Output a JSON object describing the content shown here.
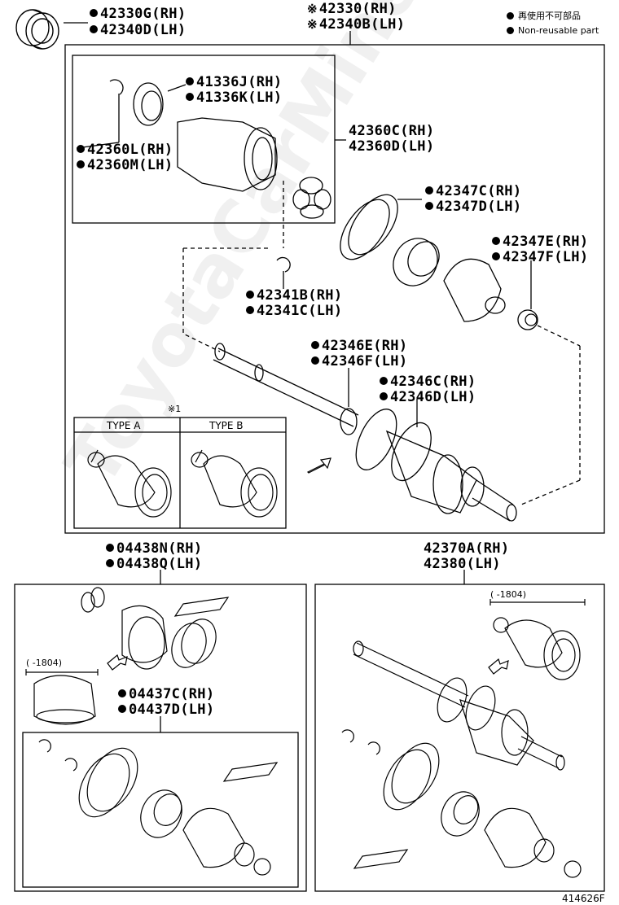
{
  "legend": {
    "jp": "再使用不可部品",
    "en": "Non-reusable part"
  },
  "labels": {
    "p42330g": "42330G(RH)",
    "p42340d": "42340D(LH)",
    "p42330": "42330(RH)",
    "p42340b": "42340B(LH)",
    "kome": "※",
    "kome1": "※1",
    "p41336j": "41336J(RH)",
    "p41336k": "41336K(LH)",
    "p42360c": "42360C(RH)",
    "p42360d": "42360D(LH)",
    "p42360l": "42360L(RH)",
    "p42360m": "42360M(LH)",
    "p42347c": "42347C(RH)",
    "p42347d": "42347D(LH)",
    "p42347e": "42347E(RH)",
    "p42347f": "42347F(LH)",
    "p42341b": "42341B(RH)",
    "p42341c": "42341C(LH)",
    "p42346e": "42346E(RH)",
    "p42346f": "42346F(LH)",
    "p42346c": "42346C(RH)",
    "p42346d": "42346D(LH)",
    "type_a": "TYPE A",
    "type_b": "TYPE B",
    "p04438n": "04438N(RH)",
    "p04438q": "04438Q(LH)",
    "p04437c": "04437C(RH)",
    "p04437d": "04437D(LH)",
    "p42370a": "42370A(RH)",
    "p42380": "42380(LH)",
    "range_left": "(    -1804)",
    "range_right": "(    -1804)",
    "diagram_id": "414626F"
  },
  "watermark": "ToyotaCarMine.ru"
}
